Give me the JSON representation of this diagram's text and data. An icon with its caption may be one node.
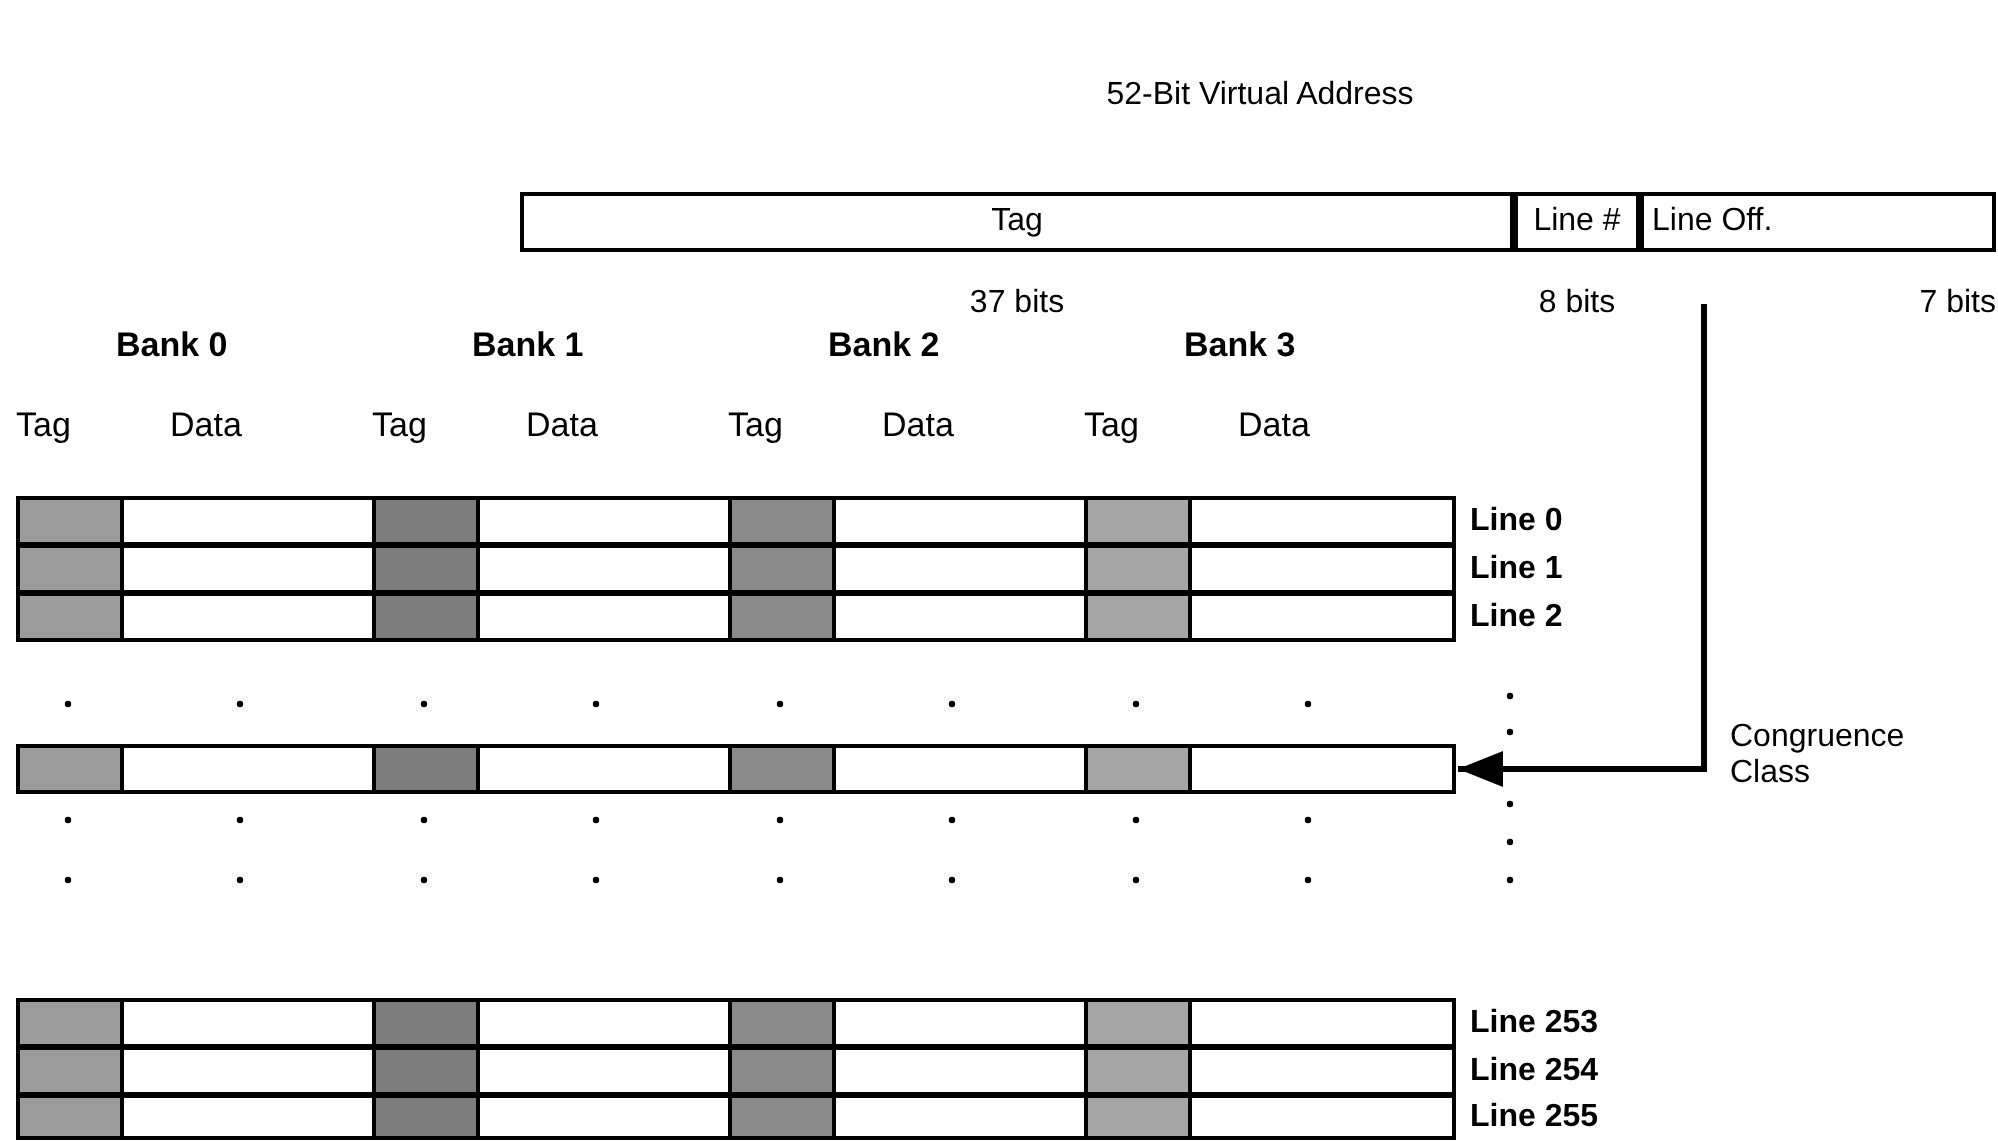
{
  "diagram": {
    "title": "52-Bit Virtual Address",
    "nodes": [
      {
        "text": [
          "Tag"
        ],
        "beside": [
          "37 bits"
        ]
      },
      {
        "text": [
          "Line #"
        ],
        "beside": [
          "8 bits"
        ]
      },
      {
        "text": [
          "Line Off."
        ],
        "beside": [
          "7 bits"
        ]
      },
      {
        "text": [],
        "shape": "bar",
        "beside": [
          "Line 0"
        ]
      },
      {
        "text": [],
        "shape": "bar",
        "beside": [
          "Line 1"
        ]
      },
      {
        "text": [],
        "shape": "bar",
        "beside": [
          "Line 2"
        ]
      },
      {
        "text": [],
        "shape": "bar"
      },
      {
        "text": [],
        "shape": "bar",
        "beside": [
          "Line 253"
        ]
      },
      {
        "text": [],
        "shape": "bar",
        "beside": [
          "Line 254"
        ]
      },
      {
        "text": [],
        "shape": "bar",
        "beside": [
          "Line 255"
        ]
      }
    ],
    "edges": [
      {
        "from": null,
        "to": 6,
        "arrow": "to"
      }
    ],
    "labels": [
      "Bank 0",
      "Bank 1",
      "Bank 2",
      "Bank 3",
      "Tag",
      "Data",
      "Tag",
      "Data",
      "Tag",
      "Data",
      "Tag",
      "Data",
      "Congruence Class"
    ]
  }
}
